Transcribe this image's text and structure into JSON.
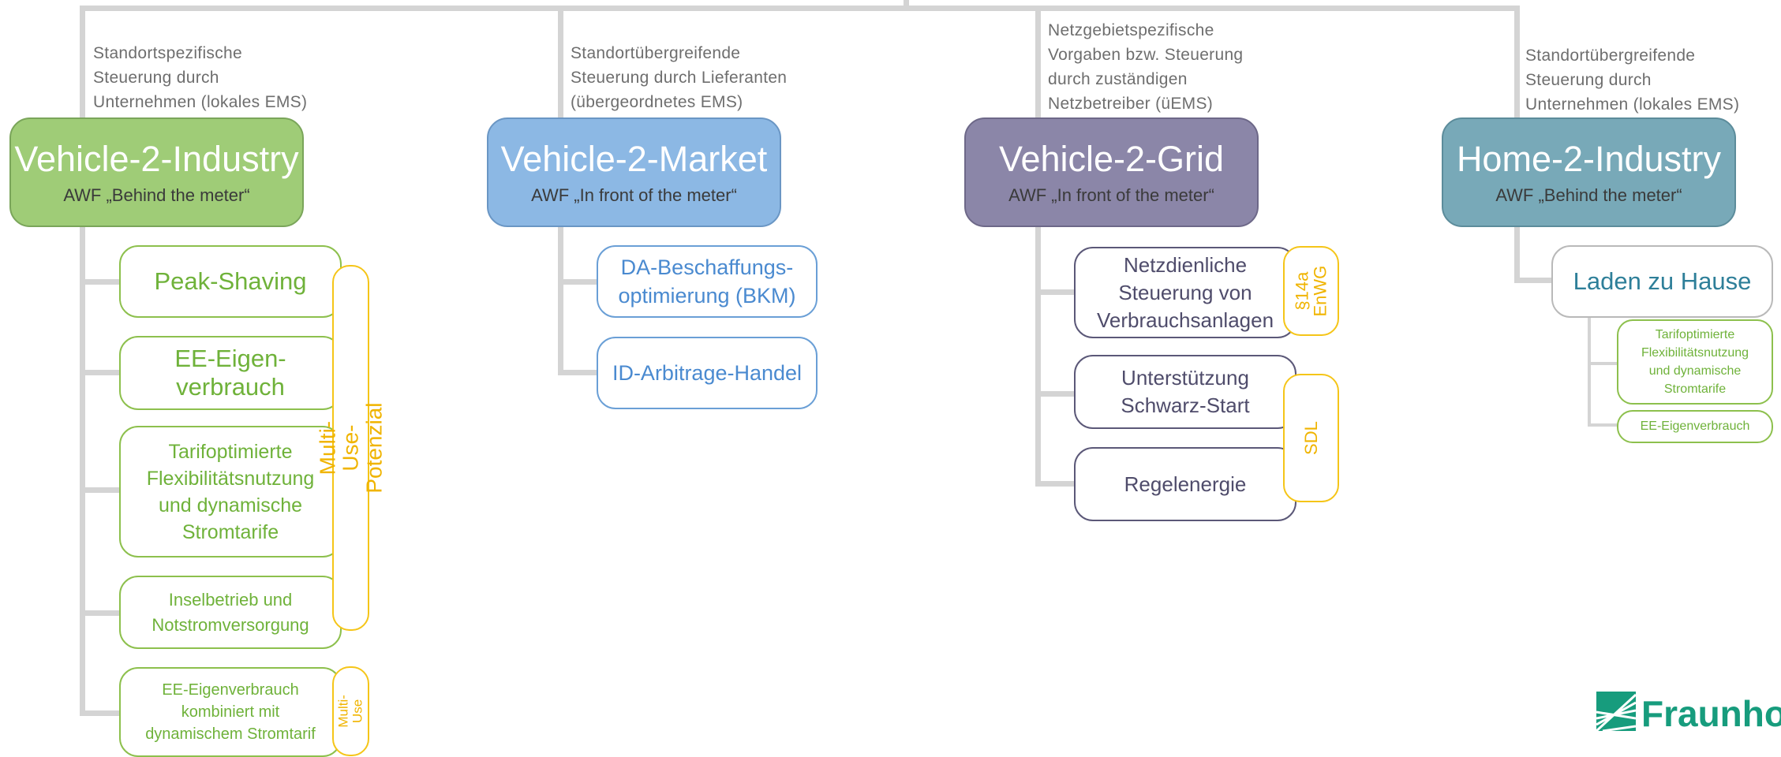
{
  "colors": {
    "connector": "#d4d4d4",
    "vehicle_2_industry": "#9fcc77",
    "vehicle_2_market": "#8cb8e4",
    "vehicle_2_grid": "#8b86a8",
    "home_2_industry": "#78a9b8",
    "multi_use_tag": "#f5c518",
    "fraunhofer_green": "#179c7d"
  },
  "columns": [
    {
      "description": "Standortspezifische\nSteuerung durch\nUnternehmen (lokales EMS)",
      "title": "Vehicle-2-Industry",
      "subtitle": "AWF „Behind the meter“",
      "items": [
        "Peak-Shaving",
        "EE-Eigen-\nverbrauch",
        "Tarifoptimierte\nFlexibilitätsnutzung\nund dynamische\nStromtarife",
        "Inselbetrieb und\nNotstromversorgung",
        "EE-Eigenverbrauch\nkombiniert mit\ndynamischem Stromtarif"
      ],
      "tags": [
        "Multi-Use-Potenzial",
        "Multi-Use"
      ]
    },
    {
      "description": "Standortübergreifende\nSteuerung durch Lieferanten\n(übergeordnetes EMS)",
      "title": "Vehicle-2-Market",
      "subtitle": "AWF „In front of the meter“",
      "items": [
        "DA-Beschaffungs-\noptimierung (BKM)",
        "ID-Arbitrage-Handel"
      ],
      "tags": []
    },
    {
      "description": "Netzgebietspezifische\nVorgaben bzw. Steuerung\ndurch zuständigen\nNetzbetreiber (üEMS)",
      "title": "Vehicle-2-Grid",
      "subtitle": "AWF „In front of the meter“",
      "items": [
        "Netzdienliche\nSteuerung von\nVerbrauchsanlagen",
        "Unterstützung\nSchwarz-Start",
        "Regelenergie"
      ],
      "tags": [
        "§14a\nEnWG",
        "SDL"
      ]
    },
    {
      "description": "Standortübergreifende\nSteuerung durch\nUnternehmen (lokales EMS)",
      "title": "Home-2-Industry",
      "subtitle": "AWF „Behind the meter“",
      "items": [
        "Laden zu Hause",
        "Tarifoptimierte\nFlexibilitätsnutzung\nund dynamische\nStromtarife",
        "EE-Eigenverbrauch"
      ],
      "tags": []
    }
  ],
  "logo": {
    "text": "Fraunho"
  }
}
